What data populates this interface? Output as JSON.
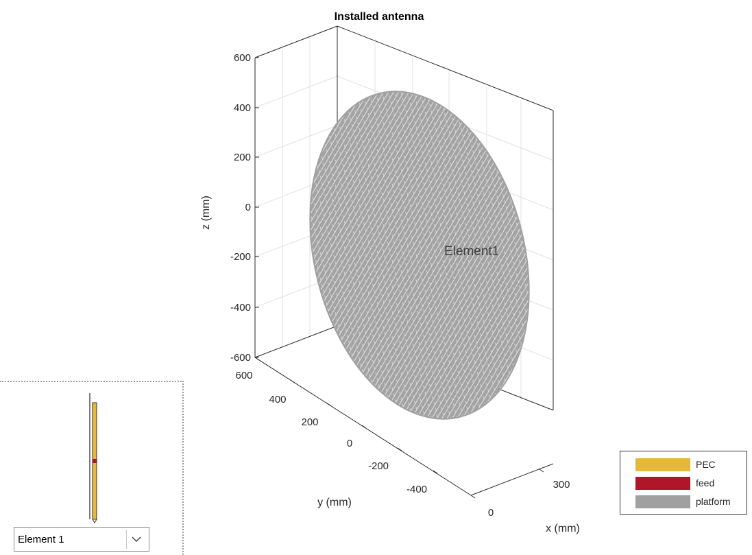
{
  "figure": {
    "title": "Installed antenna",
    "xlabel": "x (mm)",
    "ylabel": "y (mm)",
    "zlabel": "z (mm)",
    "z_ticks": [
      "600",
      "400",
      "200",
      "0",
      "-200",
      "-400",
      "-600"
    ],
    "y_ticks": [
      "600",
      "400",
      "200",
      "0",
      "-200",
      "-400"
    ],
    "x_ticks": [
      "0",
      "300"
    ],
    "element_label": "Element1"
  },
  "legend": {
    "items": [
      {
        "label": "PEC",
        "color": "#e6b83a"
      },
      {
        "label": "feed",
        "color": "#b0162a"
      },
      {
        "label": "platform",
        "color": "#a0a0a0"
      }
    ]
  },
  "element_selector": {
    "value": "Element 1"
  },
  "colors": {
    "axis": "#262626",
    "grid": "#e1e1e1",
    "disc": "#a6a6a6"
  }
}
